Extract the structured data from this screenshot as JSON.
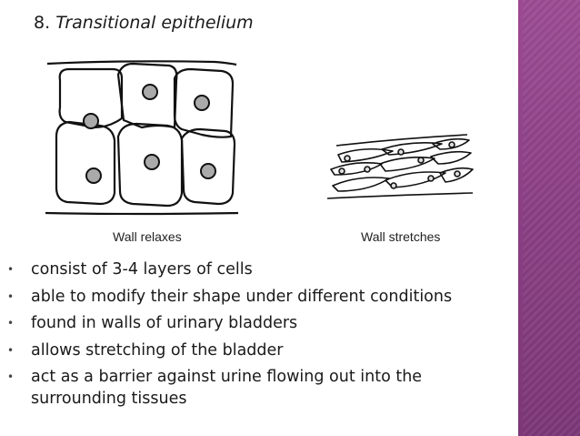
{
  "slide": {
    "title_number": "8.",
    "title_text": "Transitional epithelium"
  },
  "diagram": {
    "left_caption": "Wall relaxes",
    "right_caption": "Wall stretches"
  },
  "bullets": [
    "consist of 3-4 layers of cells",
    "able to modify their shape under different conditions",
    "found in walls of urinary bladders",
    "allows stretching of the bladder",
    "act as a barrier against urine flowing out into the surrounding tissues"
  ],
  "colors": {
    "sidebar": "#8a3f84",
    "text": "#1a1a1a"
  }
}
